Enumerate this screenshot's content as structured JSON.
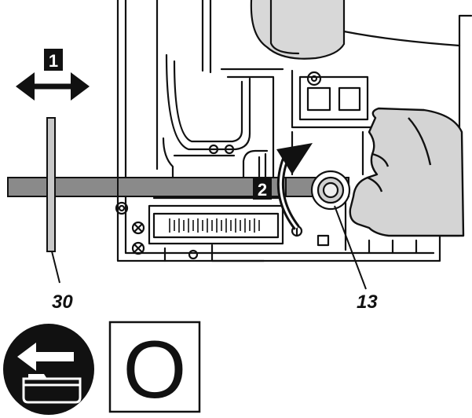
{
  "figure": {
    "steps": {
      "step1": "1",
      "step2": "2"
    },
    "callouts": {
      "guide_rule": "30",
      "clamp_knob": "13"
    },
    "symbols": {
      "battery_removal": {
        "icon": "battery-removal-icon"
      },
      "status_box": {
        "text": "O"
      }
    },
    "colors": {
      "ink": "#111111",
      "paper": "#ffffff",
      "rule_fill": "#8a8a8a",
      "shade": "#cfcfcf"
    }
  }
}
